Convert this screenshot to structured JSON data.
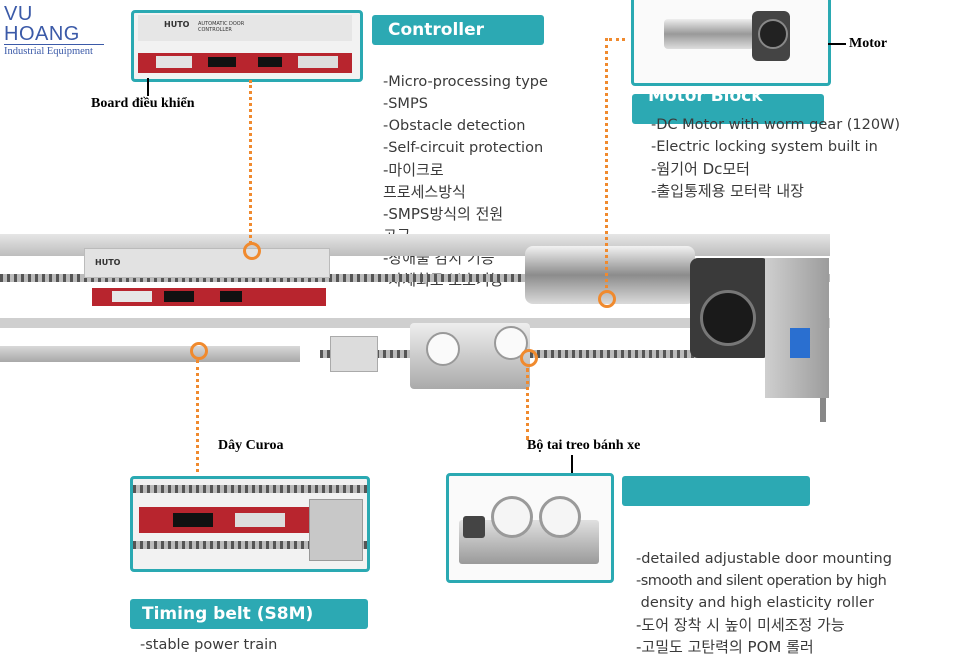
{
  "logo": {
    "main": "VU HOANG",
    "sub": "Industrial Equipment"
  },
  "controller": {
    "tag": "Controller",
    "specs": [
      "-Micro-processing type",
      "-SMPS",
      "-Obstacle detection",
      "-Self-circuit protection",
      "-마이크로",
      "프로세스방식",
      "-SMPS방식의 전원",
      "공급",
      "-장애물 감지 기능",
      "-자체회로 보호기능"
    ],
    "board_brand": "HUTO",
    "board_text": "AUTOMATIC DOOR CONTROLLER"
  },
  "motor": {
    "tag": "Motor Block",
    "specs": [
      "-DC Motor with worm gear (120W)",
      "-Electric locking system built in",
      "-웜기어 Dc모터",
      "-출입통제용 모터락 내장"
    ]
  },
  "timing_belt": {
    "tag": "Timing belt (S8M)",
    "specs": [
      "-stable power train"
    ]
  },
  "hanger": {
    "tag": "",
    "specs": [
      "-detailed adjustable door mounting",
      "-smooth and silent operation by high",
      " density and high elasticity roller",
      "-도어 장착 시 높이 미세조정 가능",
      "-고밀도 고탄력의 POM 롤러"
    ]
  },
  "callouts": {
    "board": "Board điều khiển",
    "motor": "Motor",
    "belt": "Dây Curoa",
    "hanger": "Bộ tai treo bánh xe"
  },
  "colors": {
    "teal": "#2ca9b3",
    "orange": "#f08a2e",
    "logo_blue": "#3b5aa8",
    "board_red": "#b8252e"
  }
}
